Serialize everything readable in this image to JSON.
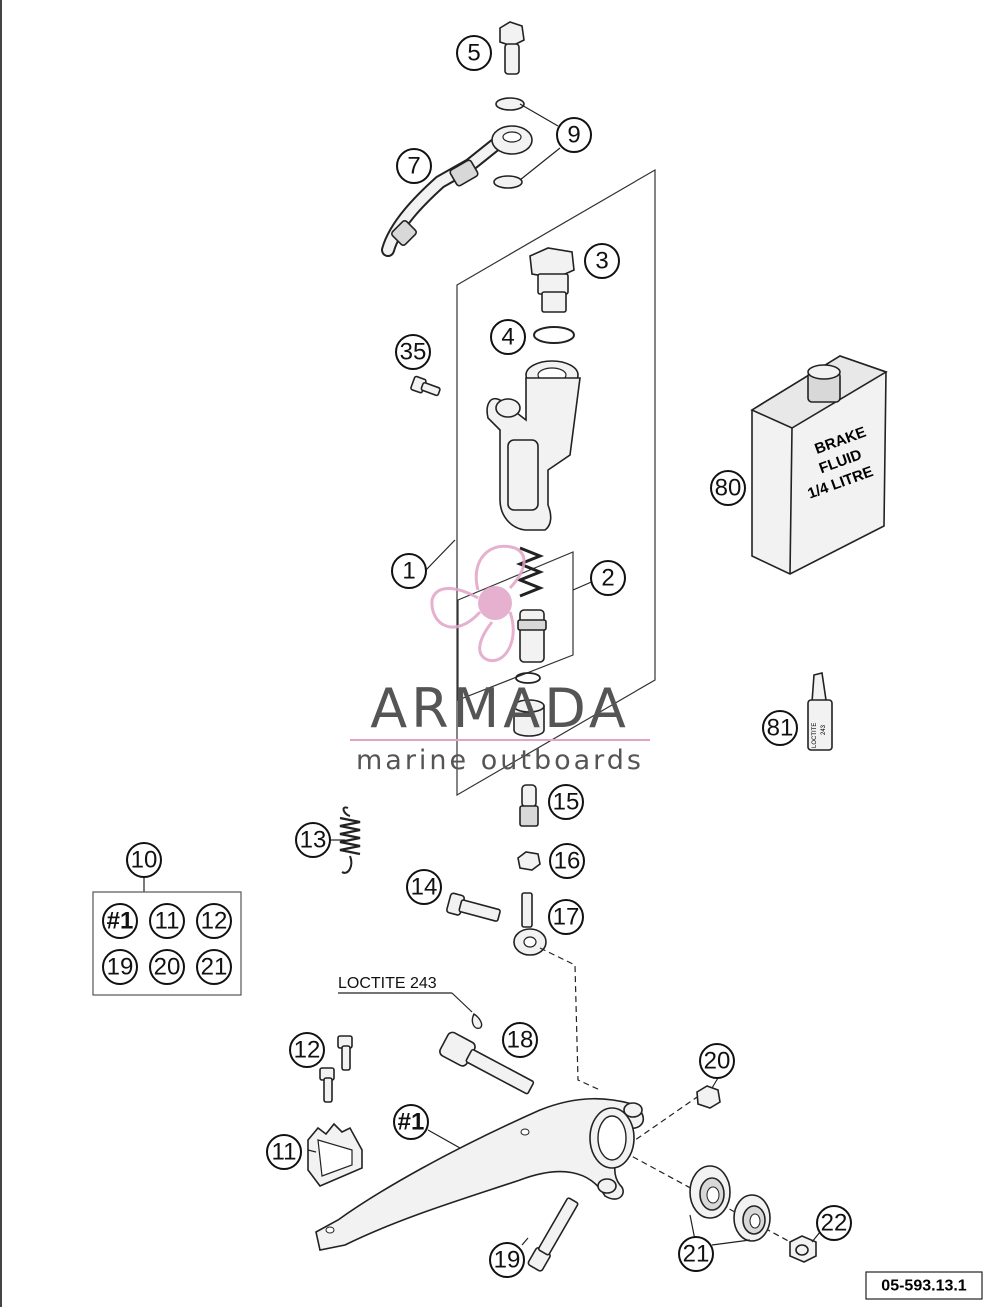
{
  "callouts": {
    "c5": "5",
    "c9": "9",
    "c7": "7",
    "c3": "3",
    "c4": "4",
    "c35": "35",
    "c80": "80",
    "c1": "1",
    "c2": "2",
    "c81": "81",
    "c15": "15",
    "c13": "13",
    "c16": "16",
    "c10": "10",
    "c14": "14",
    "c17": "17",
    "c18": "18",
    "c12": "12",
    "c20": "20",
    "c1b": "#1",
    "c11": "11",
    "c22": "22",
    "c21": "21",
    "c19": "19"
  },
  "kit_box": [
    "#1",
    "11",
    "12",
    "19",
    "20",
    "21"
  ],
  "brake_fluid_label": [
    "BRAKE",
    "FLUID",
    "1/4 LITRE"
  ],
  "loctite_bottle_label": [
    "LOCTITE",
    "243"
  ],
  "loctite_note": "LOCTITE 243",
  "watermark": {
    "name": "ARMADA",
    "tagline": "marine outboards",
    "color": "#e2a3c7"
  },
  "figure_code": "05-593.13.1"
}
